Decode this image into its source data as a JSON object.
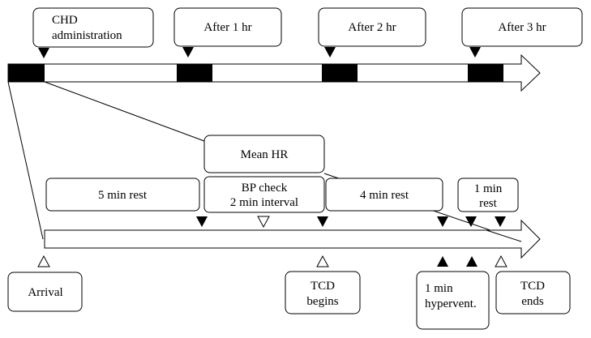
{
  "top_labels": {
    "chd": [
      "CHD",
      "administration"
    ],
    "after1": "After 1 hr",
    "after2": "After 2 hr",
    "after3": "After 3 hr"
  },
  "mid_labels": {
    "mean_hr": "Mean HR",
    "rest5": "5 min rest",
    "bp": [
      "BP check",
      "2 min interval"
    ],
    "rest4": "4 min rest",
    "rest1": [
      "1 min",
      "rest"
    ]
  },
  "bottom_labels": {
    "arrival": "Arrival",
    "tcd_begins": [
      "TCD",
      "begins"
    ],
    "hypervent": [
      "1 min",
      "hypervent."
    ],
    "tcd_ends": [
      "TCD",
      "ends"
    ]
  }
}
